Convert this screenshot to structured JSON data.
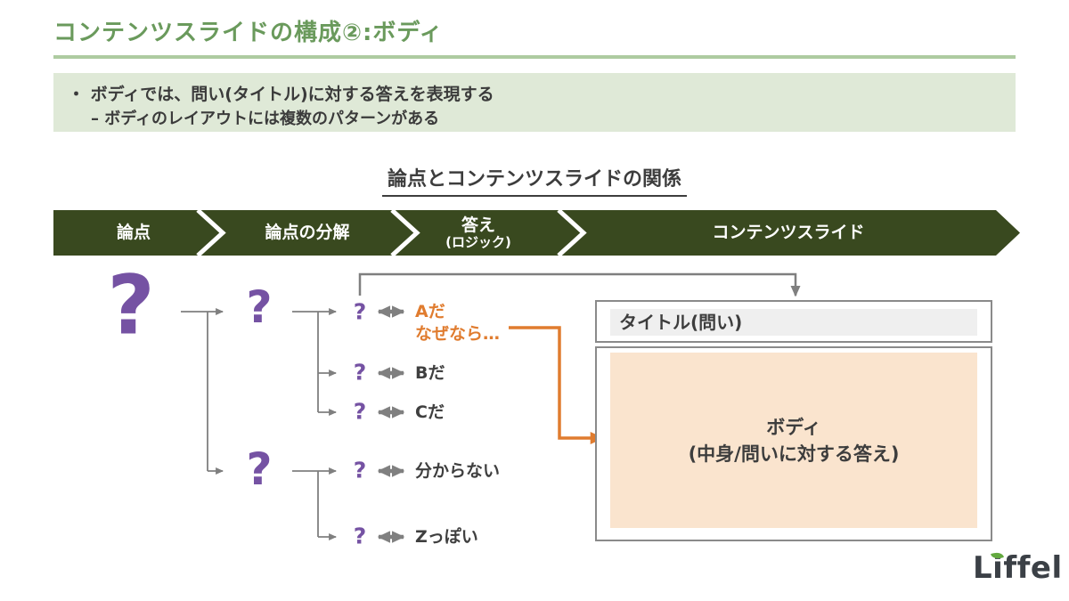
{
  "page": {
    "title": "コンテンツスライドの構成②:ボディ"
  },
  "summary_box": {
    "line1": "・ ボディでは、問い(タイトル)に対する答えを表現する",
    "line2": "– ボディのレイアウトには複数のパターンがある"
  },
  "diagram": {
    "heading": "論点とコンテンツスライドの関係",
    "qmark": "?",
    "process_steps": [
      {
        "label": "論点"
      },
      {
        "label": "論点の分解"
      },
      {
        "label": "答え",
        "sublabel": "(ロジック)"
      },
      {
        "label": "コンテンツスライド"
      }
    ],
    "answers": [
      {
        "label": "Aだ",
        "note": "なぜなら…"
      },
      {
        "label": "Bだ"
      },
      {
        "label": "Cだ"
      },
      {
        "label": "分からない"
      },
      {
        "label": "Zっぽい"
      }
    ],
    "slide_mock": {
      "title": "タイトル(問い)",
      "body_line1": "ボディ",
      "body_line2": "(中身/問いに対する答え)"
    }
  },
  "logo": {
    "text": "Liffel"
  },
  "colors": {
    "title_green": "#6a9a5c",
    "rule_green": "#aecba1",
    "summary_bg": "#dfe9d7",
    "banner_green": "#39491f",
    "purple": "#7552a3",
    "orange": "#e07c2f",
    "peach": "#fae4ce",
    "gray_line": "#7f7f7f",
    "text_dark": "#3d3d3d"
  }
}
